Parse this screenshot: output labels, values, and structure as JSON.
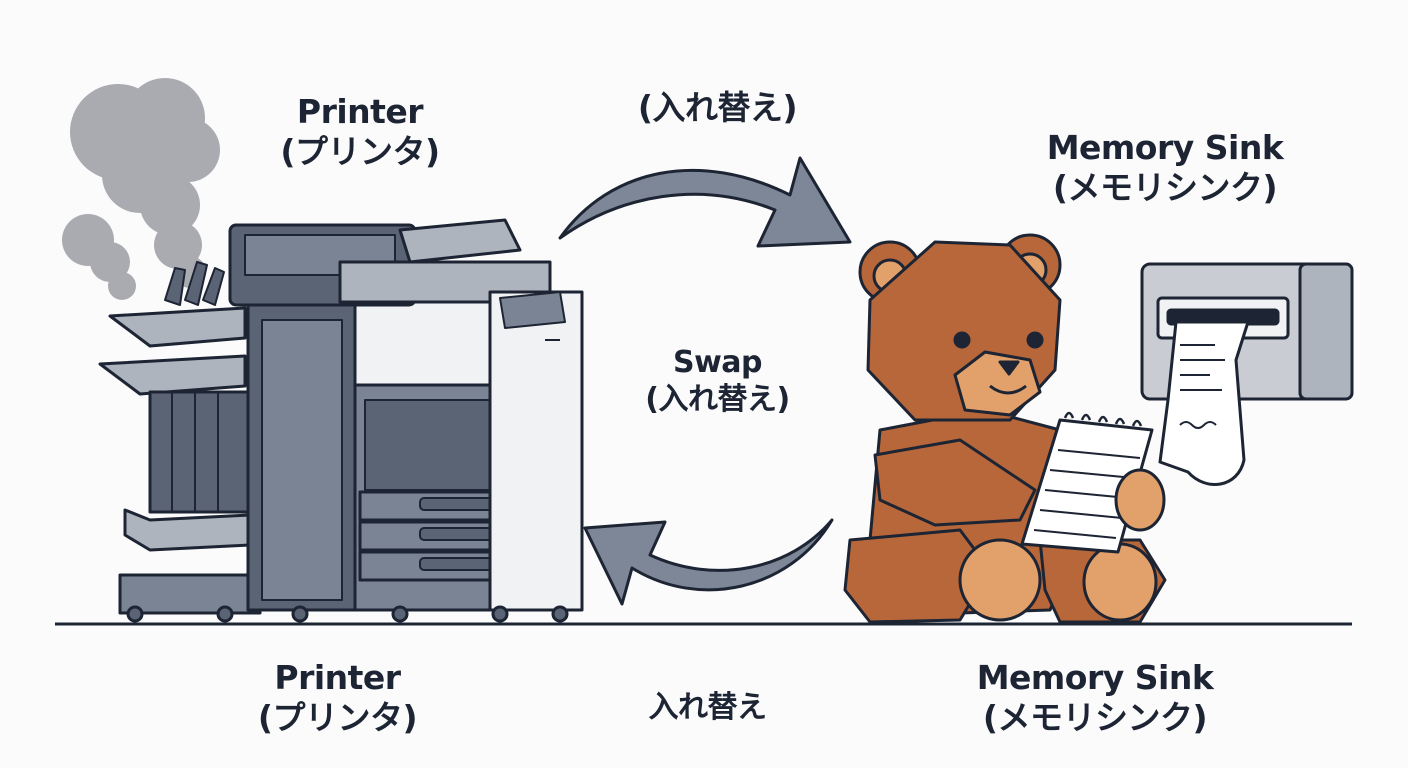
{
  "printer_top": {
    "name": "Printer",
    "kana": "(プリンタ)"
  },
  "arrow_top_label": "(入れ替え)",
  "memory_top": {
    "name": "Memory Sink",
    "kana": "(メモリシンク)"
  },
  "center": {
    "en": "Swap",
    "ja": "(入れ替え)"
  },
  "printer_bottom": {
    "name": "Printer",
    "kana": "(プリンタ)"
  },
  "swap_bottom": "入れ替え",
  "memory_bottom": {
    "name": "Memory Sink",
    "kana": "(メモリシンク)"
  },
  "colors": {
    "outline": "#1d2433",
    "printer_dark": "#5b6475",
    "printer_mid": "#7b8494",
    "printer_light": "#aeb4be",
    "panel_white": "#f1f2f4",
    "smoke": "#a9abb0",
    "arrow": "#7e8797",
    "bear_fur": "#b7673a",
    "bear_light": "#e2a06a",
    "sink_gray": "#c9ccd2"
  }
}
